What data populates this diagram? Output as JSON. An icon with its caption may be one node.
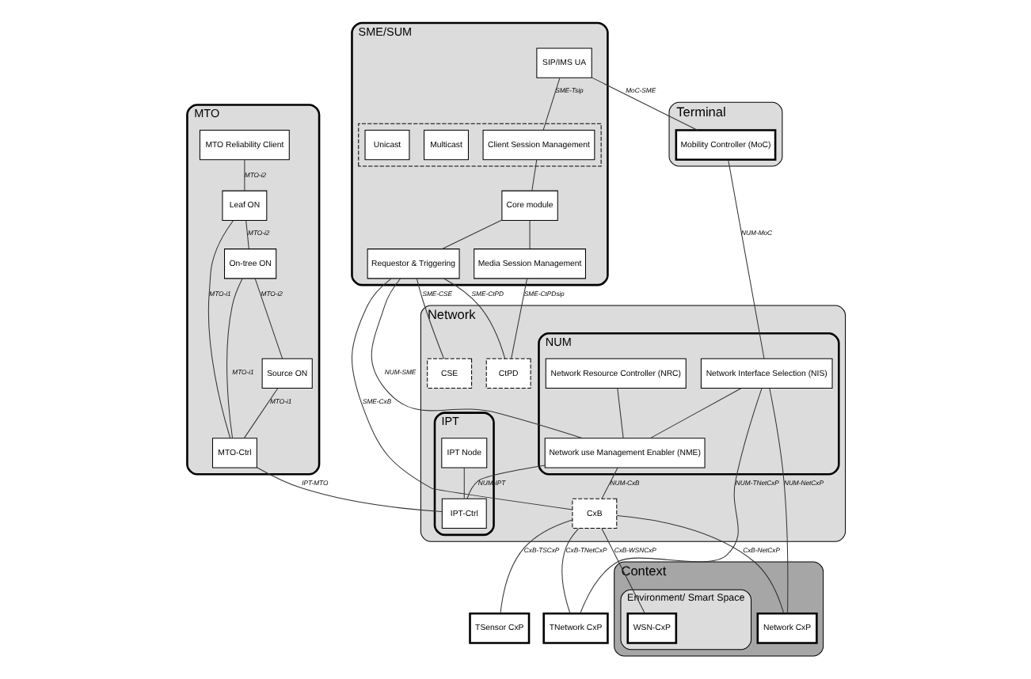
{
  "diagram": {
    "nodes": [
      {
        "text": [
          "Terminal"
        ]
      },
      {
        "text": [
          "Network"
        ]
      },
      {
        "text": [
          "Context"
        ]
      },
      {
        "text": [
          "Environment/ Smart Space"
        ],
        "in": 2
      },
      {
        "text": [
          "SME/SUM"
        ]
      },
      {
        "text": [
          "SIP/IMS UA"
        ],
        "in": 4
      },
      {
        "text": [],
        "shape": "box",
        "in": 4
      },
      {
        "text": [
          "Client Session Management"
        ],
        "in": 6
      },
      {
        "text": [
          "Multicast"
        ],
        "in": 6
      },
      {
        "text": [
          "Unicast"
        ],
        "in": 6
      },
      {
        "text": [
          "Core module"
        ],
        "in": 4
      },
      {
        "text": [
          "Media Session Management"
        ],
        "in": 4
      },
      {
        "text": [
          "Requestor & Triggering"
        ],
        "in": 4
      },
      {
        "text": [
          "CtPD"
        ],
        "in": 1
      },
      {
        "text": [
          "CSE"
        ],
        "in": 1
      },
      {
        "text": [
          "Mobility Controller (MoC)"
        ],
        "in": 0
      },
      {
        "text": [
          "NUM"
        ],
        "in": 1
      },
      {
        "text": [
          "Network Interface Selection (NIS)"
        ],
        "in": 16
      },
      {
        "text": [
          "Network Resource Controller (NRC)"
        ],
        "in": 16
      },
      {
        "text": [
          "Network use Management Enabler (NME)"
        ],
        "in": 16
      },
      {
        "text": [
          "MTO"
        ]
      },
      {
        "text": [
          "MTO Reliability Client"
        ],
        "in": 20
      },
      {
        "text": [
          "Leaf ON"
        ],
        "in": 20
      },
      {
        "text": [
          "On-tree ON"
        ],
        "in": 20
      },
      {
        "text": [
          "Source ON"
        ],
        "in": 20
      },
      {
        "text": [
          "MTO-Ctrl"
        ],
        "in": 20
      },
      {
        "text": [
          "IPT"
        ],
        "in": 1
      },
      {
        "text": [
          "IPT Node"
        ],
        "in": 26
      },
      {
        "text": [
          "IPT-Ctrl"
        ],
        "in": 26
      },
      {
        "text": [
          "CxB"
        ],
        "in": 1
      },
      {
        "text": [
          "TNetwork CxP"
        ]
      },
      {
        "text": [
          "TSensor CxP"
        ]
      },
      {
        "text": [
          "Network CxP"
        ],
        "in": 2
      },
      {
        "text": [
          "WSN-CxP"
        ],
        "in": 3
      }
    ],
    "edges": [
      {
        "from": 5,
        "to": 7,
        "arrow": "none",
        "label": "SME-Tsip"
      },
      {
        "from": 7,
        "to": 10,
        "arrow": "none"
      },
      {
        "from": 10,
        "to": 11,
        "arrow": "none"
      },
      {
        "from": 10,
        "to": 12,
        "arrow": "none"
      },
      {
        "from": 5,
        "to": 15,
        "arrow": "none",
        "label": "MoC-SME"
      },
      {
        "from": 15,
        "to": 17,
        "arrow": "none",
        "label": "NUM-MoC"
      },
      {
        "from": 11,
        "to": 13,
        "arrow": "none",
        "label": "SME-CtPDsip"
      },
      {
        "from": 12,
        "to": 13,
        "arrow": "none",
        "label": "SME-CtPD"
      },
      {
        "from": 12,
        "to": 14,
        "arrow": "none",
        "label": "SME-CSE"
      },
      {
        "from": 12,
        "to": 29,
        "arrow": "none",
        "label": "SME-CxB"
      },
      {
        "from": 12,
        "to": 19,
        "arrow": "none",
        "label": "NUM-SME"
      },
      {
        "from": 17,
        "to": 19,
        "arrow": "none"
      },
      {
        "from": 18,
        "to": 19,
        "arrow": "none"
      },
      {
        "from": 19,
        "to": 29,
        "arrow": "none",
        "label": "NUM-CxB"
      },
      {
        "from": 19,
        "to": 28,
        "arrow": "none",
        "label": "NUM-IPT"
      },
      {
        "from": 21,
        "to": 22,
        "arrow": "none",
        "label": "MTO-i2"
      },
      {
        "from": 22,
        "to": 23,
        "arrow": "none",
        "label": "MTO-i2"
      },
      {
        "from": 23,
        "to": 24,
        "arrow": "none",
        "label": "MTO-i2"
      },
      {
        "from": 22,
        "to": 25,
        "arrow": "none",
        "label": "MTO-i1"
      },
      {
        "from": 23,
        "to": 25,
        "arrow": "none",
        "label": "MTO-i1"
      },
      {
        "from": 24,
        "to": 25,
        "arrow": "none",
        "label": "MTO-i1"
      },
      {
        "from": 25,
        "to": 28,
        "arrow": "none",
        "label": "IPT-MTO"
      },
      {
        "from": 27,
        "to": 28,
        "arrow": "none"
      },
      {
        "from": 17,
        "to": 30,
        "arrow": "none",
        "label": "NUM-TNetCxP"
      },
      {
        "from": 17,
        "to": 32,
        "arrow": "none",
        "label": "NUM-NetCxP"
      },
      {
        "from": 29,
        "to": 30,
        "arrow": "none",
        "label": "CxB-TNetCxP"
      },
      {
        "from": 29,
        "to": 32,
        "arrow": "none",
        "label": "CxB-NetCxP"
      },
      {
        "from": 29,
        "to": 31,
        "arrow": "none",
        "label": "CxB-TSCxP"
      },
      {
        "from": 29,
        "to": 33,
        "arrow": "none",
        "label": "CxB-WSNCxP"
      }
    ]
  }
}
